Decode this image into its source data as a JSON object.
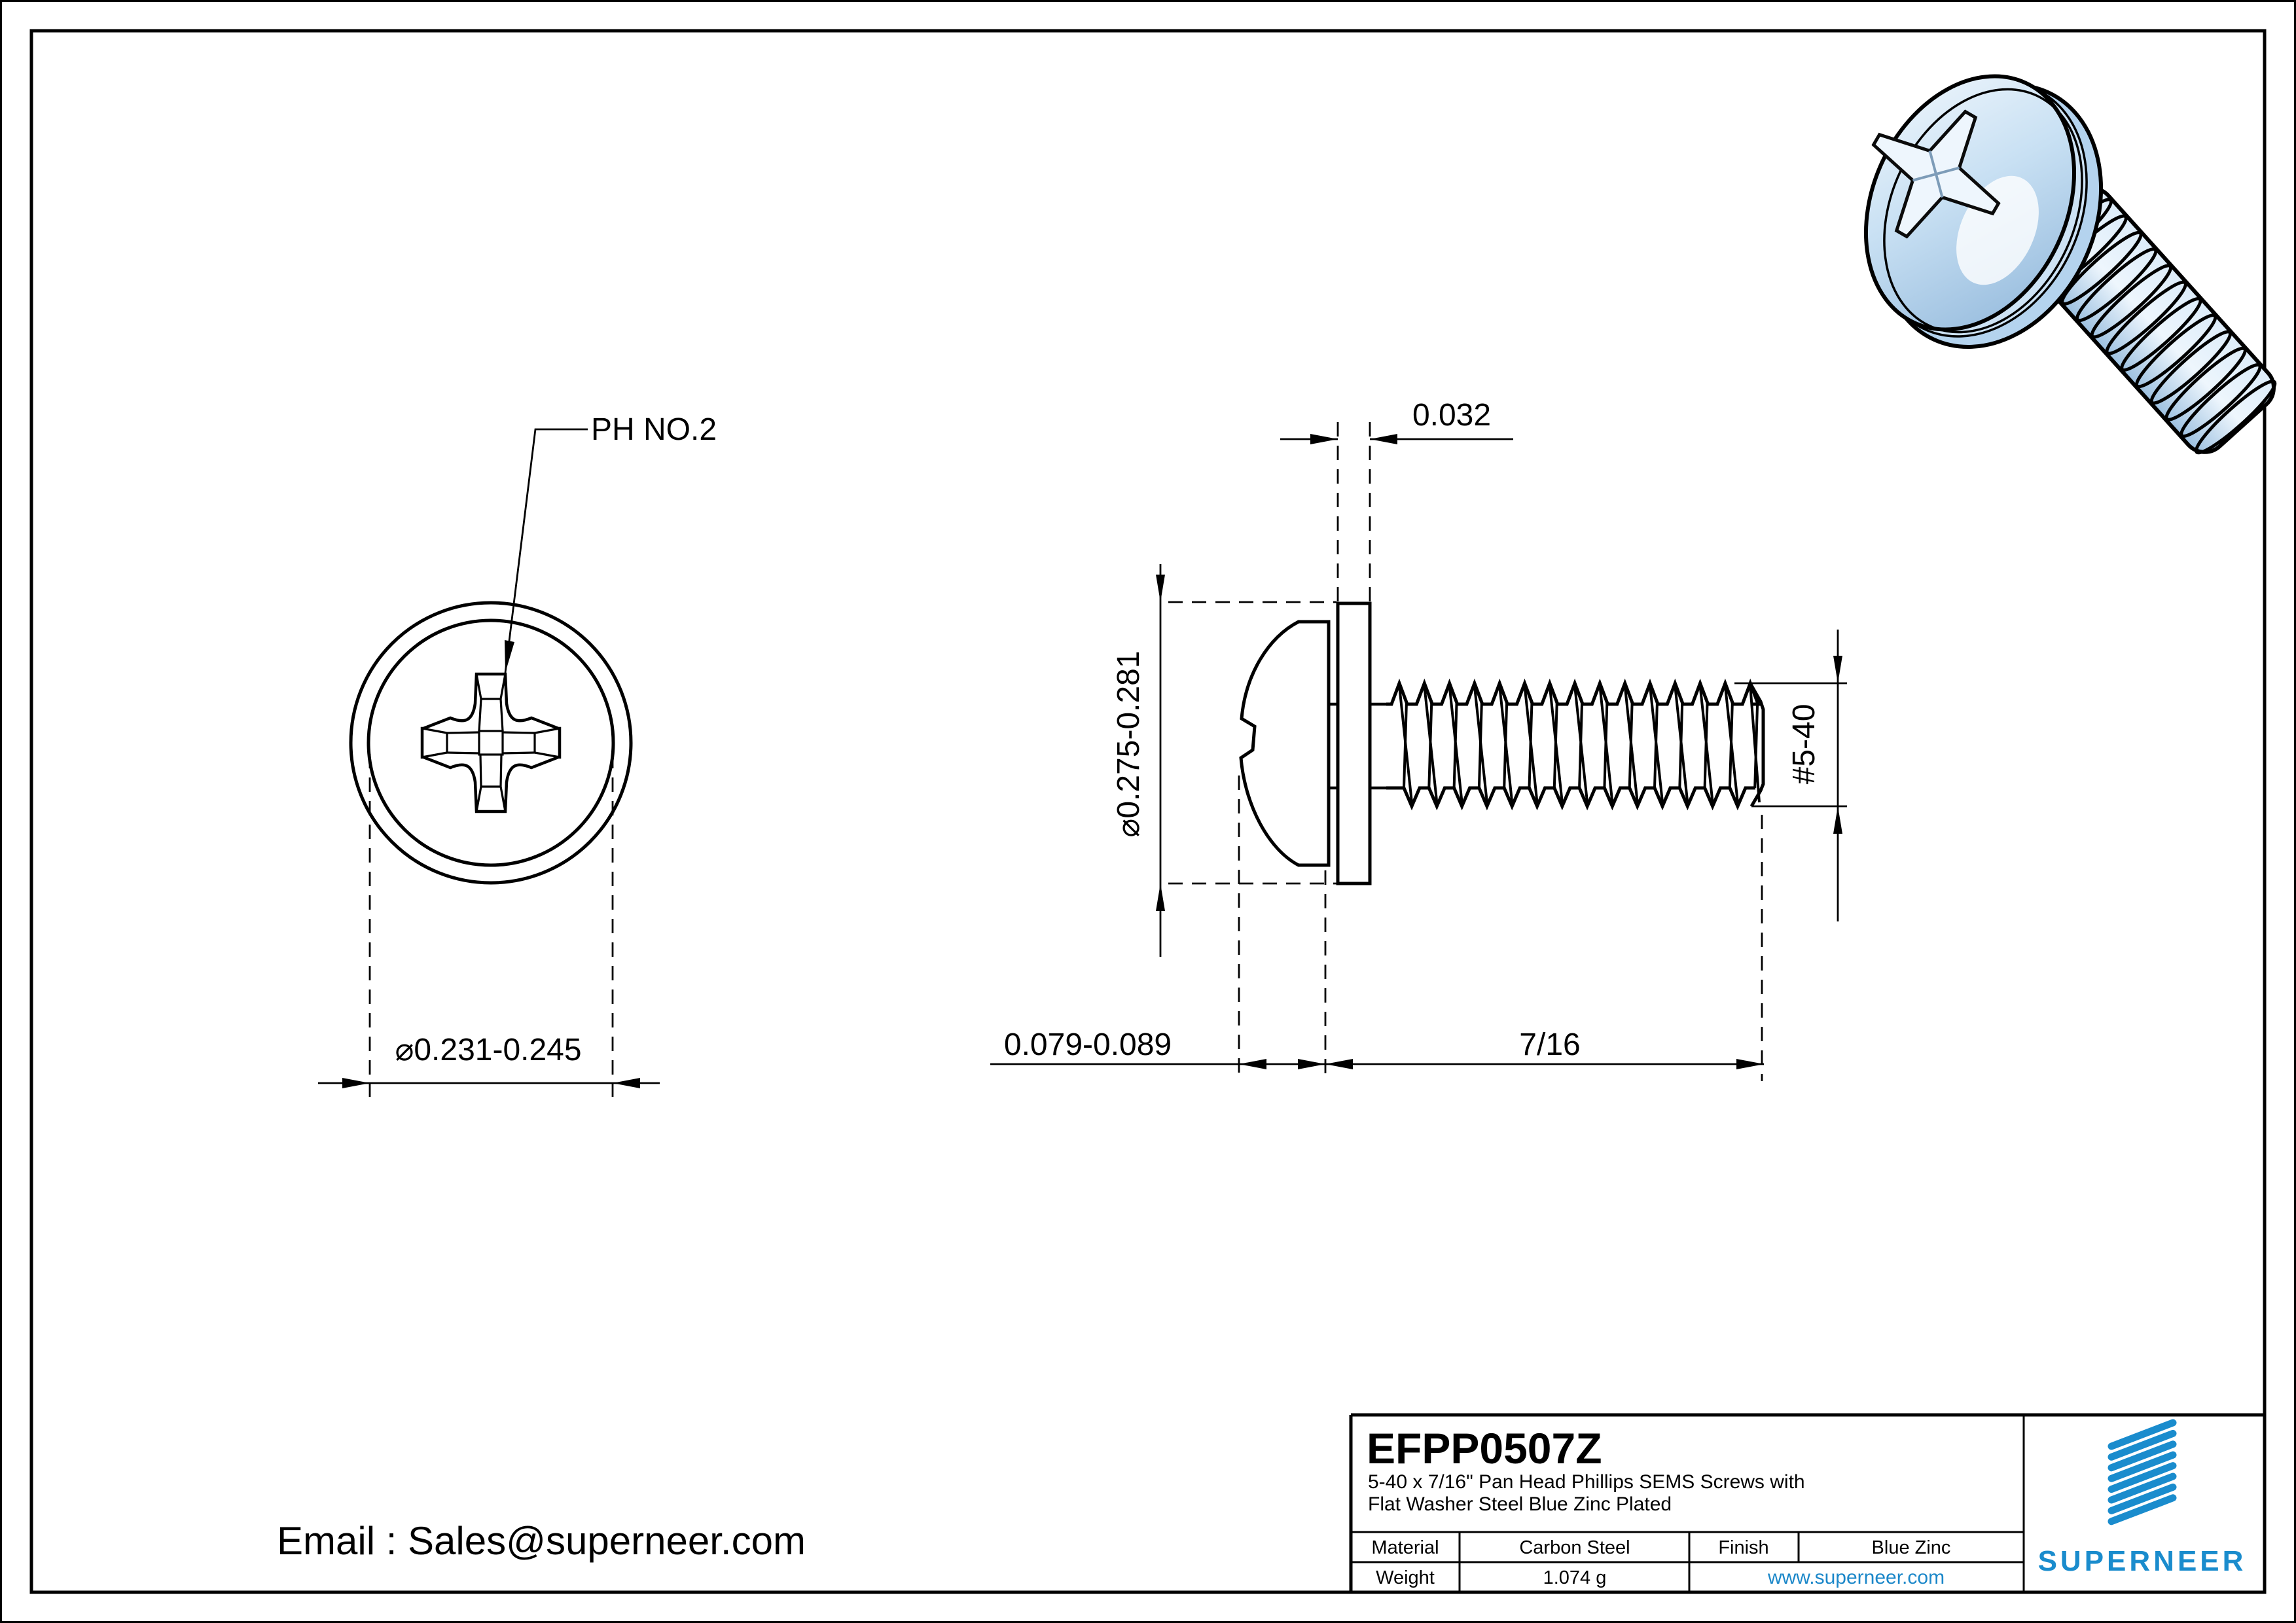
{
  "drawing": {
    "front_view": {
      "recess_label": "PH NO.2",
      "head_diameter_dim": "⌀0.231-0.245"
    },
    "side_view": {
      "washer_thickness_dim": "0.032",
      "washer_diameter_dim": "⌀0.275-0.281",
      "head_height_dim": "0.079-0.089",
      "thread_length_dim": "7/16",
      "thread_size_dim": "#5-40"
    }
  },
  "title_block": {
    "part_number": "EFPP0507Z",
    "description_line1": "5-40 x 7/16\" Pan Head Phillips SEMS Screws with",
    "description_line2": "Flat Washer Steel Blue Zinc Plated",
    "material_label": "Material",
    "material_value": "Carbon Steel",
    "finish_label": "Finish",
    "finish_value": "Blue Zinc",
    "weight_label": "Weight",
    "weight_value": "1.074 g",
    "website": "www.superneer.com",
    "brand": "SUPERNEER"
  },
  "footer": {
    "email": "Email : Sales@superneer.com"
  },
  "colors": {
    "line": "#000000",
    "brand_blue": "#1a8ccd",
    "link_blue": "#1b87c9",
    "screw_light": "#e8f3fb",
    "screw_mid": "#c0dbf1",
    "screw_dark": "#8db4d8",
    "washer_fill": "#b4d3ee"
  }
}
